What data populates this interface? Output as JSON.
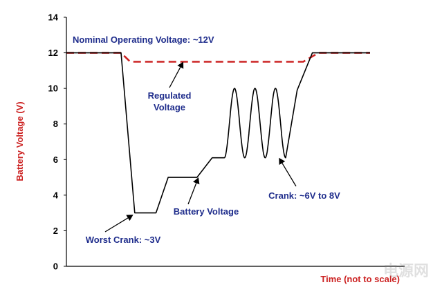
{
  "chart_data": {
    "type": "line",
    "xlabel": "Time (not to scale)",
    "ylabel": "Battery Voltage (V)",
    "ylim": [
      0,
      14
    ],
    "yticks": [
      0,
      2,
      4,
      6,
      8,
      10,
      12,
      14
    ],
    "xlim": [
      0,
      100
    ],
    "grid": false,
    "colors": {
      "battery": "#000000",
      "regulated": "#cc2222",
      "annotation": "#1f2d8c",
      "axis_label": "#cc2222"
    },
    "series": [
      {
        "key": "regulated",
        "style": "dashed",
        "x": [
          0,
          18,
          21,
          78,
          83,
          100
        ],
        "y": [
          12,
          12,
          11.5,
          11.5,
          12,
          12
        ]
      },
      {
        "key": "battery",
        "style": "solid",
        "x": [
          0,
          18,
          22.5,
          29.5,
          33.5,
          43,
          48,
          52
        ],
        "y": [
          12,
          12,
          3,
          3,
          5,
          5,
          6.1,
          6.1
        ],
        "waves": {
          "x_start": 52,
          "x_end": 72.2,
          "cycles": 3,
          "low": 6.1,
          "high": 10
        },
        "tail_x": [
          72.2,
          76,
          81,
          100
        ],
        "tail_y": [
          6.1,
          9.9,
          12,
          12
        ]
      }
    ],
    "annotations": [
      {
        "key": "nominal",
        "lines": [
          "Nominal Operating Voltage: ~12V"
        ],
        "point": null
      },
      {
        "key": "regulated",
        "lines": [
          "Regulated",
          "Voltage"
        ],
        "point": [
          38.5,
          11.5
        ]
      },
      {
        "key": "battery",
        "lines": [
          "Battery Voltage"
        ],
        "point": [
          43.5,
          5
        ]
      },
      {
        "key": "crank",
        "lines": [
          "Crank: ~6V to 8V"
        ],
        "point": [
          70,
          6.1
        ]
      },
      {
        "key": "worst",
        "lines": [
          "Worst Crank: ~3V"
        ],
        "point": [
          22,
          2.9
        ]
      }
    ]
  },
  "watermark": {
    "text": "电源网"
  }
}
